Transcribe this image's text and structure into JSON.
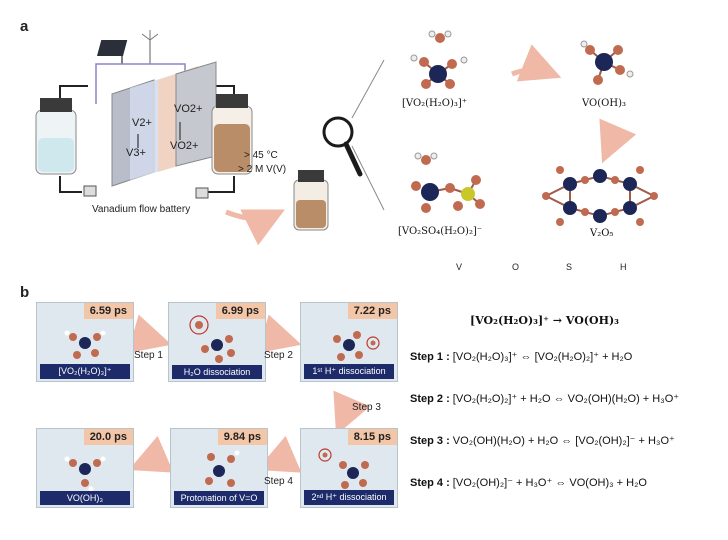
{
  "panel_a": {
    "letter": "a",
    "battery_caption": "Vanadium flow battery",
    "left_ions": [
      "V2+",
      "V3+"
    ],
    "right_ions": [
      "VO2+",
      "VO2+"
    ],
    "conditions": [
      "> 45 °C",
      "> 2 M V(V)"
    ],
    "species": {
      "s1": "[VO₂(H₂O)₃]⁺",
      "s2": "VO(OH)₃",
      "s3": "[VO₂SO₄(H₂O)₂]⁻",
      "s4": "V₂O₅"
    },
    "legend": [
      {
        "symbol": "V",
        "color": "#1c2657"
      },
      {
        "symbol": "O",
        "color": "#c06a50"
      },
      {
        "symbol": "S",
        "color": "#c8c82a"
      },
      {
        "symbol": "H",
        "color": "#e6e6e6"
      }
    ]
  },
  "panel_b": {
    "letter": "b",
    "snapshots": [
      {
        "time": "6.59 ps",
        "caption": "[VO₂(H₂O)₃]⁺"
      },
      {
        "time": "6.99 ps",
        "caption": "H₂O dissociation"
      },
      {
        "time": "7.22 ps",
        "caption": "1ˢᵗ H⁺ dissociation"
      },
      {
        "time": "8.15 ps",
        "caption": "2ⁿᵈ H⁺ dissociation"
      },
      {
        "time": "9.84 ps",
        "caption": "Protonation of V=O"
      },
      {
        "time": "20.0 ps",
        "caption": "VO(OH)₃"
      }
    ],
    "steps": [
      "Step 1",
      "Step 2",
      "Step 3",
      "Step 4"
    ],
    "overall": "[VO₂(H₂O)₃]⁺ → VO(OH)₃",
    "equations": [
      {
        "label": "Step 1 :",
        "text": "[VO₂(H₂O)₃]⁺ ⇔ [VO₂(H₂O)₂]⁺ + H₂O"
      },
      {
        "label": "Step 2 :",
        "text": "[VO₂(H₂O)₂]⁺ + H₂O ⇔ VO₂(OH)(H₂O) + H₃O⁺"
      },
      {
        "label": "Step 3 :",
        "text": "VO₂(OH)(H₂O) + H₂O ⇔ [VO₂(OH)₂]⁻ + H₃O⁺"
      },
      {
        "label": "Step 4 :",
        "text": "[VO₂(OH)₂]⁻ + H₃O⁺ ⇔ VO(OH)₃ + H₂O"
      }
    ]
  }
}
